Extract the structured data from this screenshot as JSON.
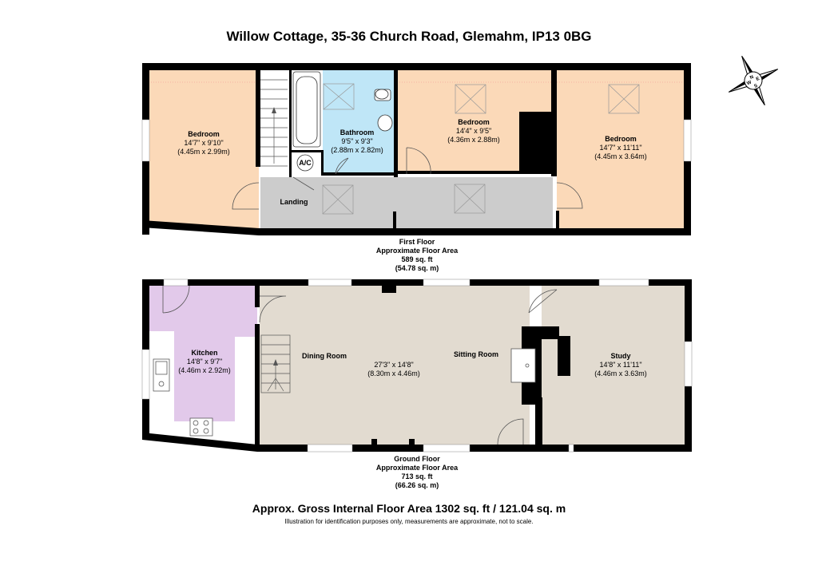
{
  "title": "Willow Cottage, 35-36 Church Road, Glemahm, IP13 0BG",
  "compass_letters": [
    "N",
    "S",
    "E",
    "W"
  ],
  "first_floor": {
    "label": "First Floor",
    "area_label": "Approximate Floor Area",
    "sqft": "589 sq. ft",
    "sqm": "(54.78 sq. m)",
    "rooms": {
      "bedroom1": {
        "name": "Bedroom",
        "imperial": "14'7\" x 9'10\"",
        "metric": "(4.45m x 2.99m)"
      },
      "bathroom": {
        "name": "Bathroom",
        "imperial": "9'5\" x 9'3\"",
        "metric": "(2.88m x 2.82m)"
      },
      "bedroom2": {
        "name": "Bedroom",
        "imperial": "14'4\" x 9'5\"",
        "metric": "(4.36m x 2.88m)"
      },
      "bedroom3": {
        "name": "Bedroom",
        "imperial": "14'7\" x 11'11\"",
        "metric": "(4.45m x 3.64m)"
      },
      "landing": {
        "name": "Landing"
      },
      "ac": {
        "name": "A/C"
      }
    },
    "colors": {
      "bedroom": "#fbd9b8",
      "bathroom": "#bfe6f7",
      "landing": "#cccccc"
    }
  },
  "ground_floor": {
    "label": "Ground Floor",
    "area_label": "Approximate Floor Area",
    "sqft": "713 sq. ft",
    "sqm": "(66.26 sq. m)",
    "rooms": {
      "kitchen": {
        "name": "Kitchen",
        "imperial": "14'8\" x 9'7\"",
        "metric": "(4.46m x 2.92m)"
      },
      "dining": {
        "name": "Dining Room"
      },
      "living_dims": {
        "imperial": "27'3\" x 14'8\"",
        "metric": "(8.30m x 4.46m)"
      },
      "sitting": {
        "name": "Sitting Room"
      },
      "study": {
        "name": "Study",
        "imperial": "14'8\" x 11'11\"",
        "metric": "(4.46m x 3.63m)"
      }
    },
    "colors": {
      "kitchen": "#e2c9ea",
      "living": "#e2dbd0"
    }
  },
  "gross_area": "Approx. Gross Internal Floor Area 1302 sq. ft / 121.04 sq. m",
  "disclaimer": "Illustration for identification purposes only, measurements are approximate, not to scale."
}
